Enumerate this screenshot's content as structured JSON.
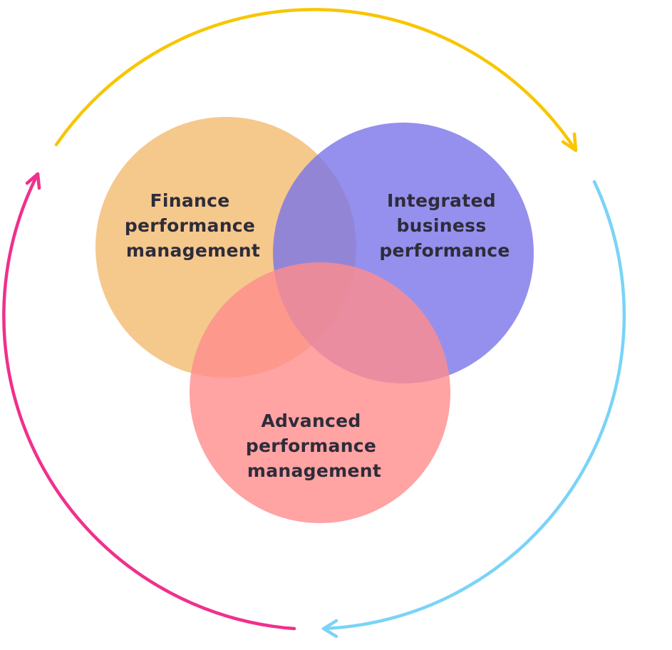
{
  "diagram": {
    "type": "venn",
    "sets": [
      {
        "id": "finance",
        "lines": [
          "Finance",
          "performance",
          "management"
        ],
        "color": "#f4c27f"
      },
      {
        "id": "integrated",
        "lines": [
          "Integrated",
          "business",
          "performance"
        ],
        "color": "#7b74e9"
      },
      {
        "id": "advanced",
        "lines": [
          "Advanced",
          "performance",
          "management"
        ],
        "color": "#ff8c8c"
      }
    ],
    "cycle_arrows": [
      {
        "id": "top",
        "color": "#f7c604"
      },
      {
        "id": "right",
        "color": "#7ad3f8"
      },
      {
        "id": "left",
        "color": "#f0308c"
      }
    ],
    "label_color": "#2e2c3a"
  }
}
